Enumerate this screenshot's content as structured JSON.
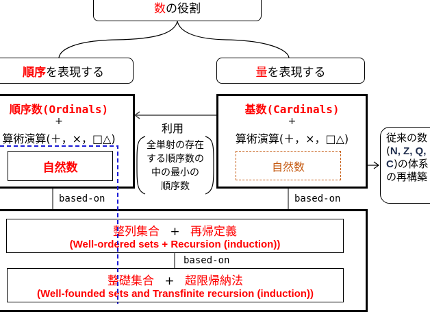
{
  "root": {
    "title_highlight": "数",
    "title_rest": "の役割"
  },
  "order_role": {
    "highlight": "順序",
    "rest": "を表現する"
  },
  "quantity_role": {
    "highlight": "量",
    "rest": "を表現する"
  },
  "ordinals": {
    "title": "順序数(Ordinals)",
    "plus": "+",
    "operations": "算術演算(＋，×，□△)",
    "natural_numbers": "自然数"
  },
  "cardinals": {
    "title": "基数(Cardinals)",
    "plus": "+",
    "operations": "算術演算(＋，×，□△)",
    "natural_numbers": "自然数"
  },
  "usage": {
    "label": "利用",
    "note_lines": [
      "全単射の存在",
      "する順序数の",
      "中の最小の",
      "順序数"
    ]
  },
  "callout": {
    "line1": "従来の数",
    "line2_open": "(",
    "line2_bold": "N, Z, Q,",
    "line3_bold": "C",
    "line3_rest": ")の体系",
    "line4": "の再構築"
  },
  "connectors": {
    "based_on_left": "based-on",
    "based_on_right": "based-on",
    "based_on_inner": "based-on"
  },
  "foundation": {
    "box1_jp_a": "整列集合",
    "box1_plus": "+",
    "box1_jp_b": "再帰定義",
    "box1_en": "(Well-ordered sets + Recursion (induction))",
    "box2_jp_a": "整礎集合",
    "box2_plus": "+",
    "box2_jp_b": "超限帰納法",
    "box2_en": "(Well-founded sets and Transfinite recursion (induction))"
  },
  "colors": {
    "highlight": "#ff0000",
    "dashed_blue": "#1a1ad6",
    "dashed_orange": "#c55a11",
    "navy": "#1f2d4d"
  }
}
